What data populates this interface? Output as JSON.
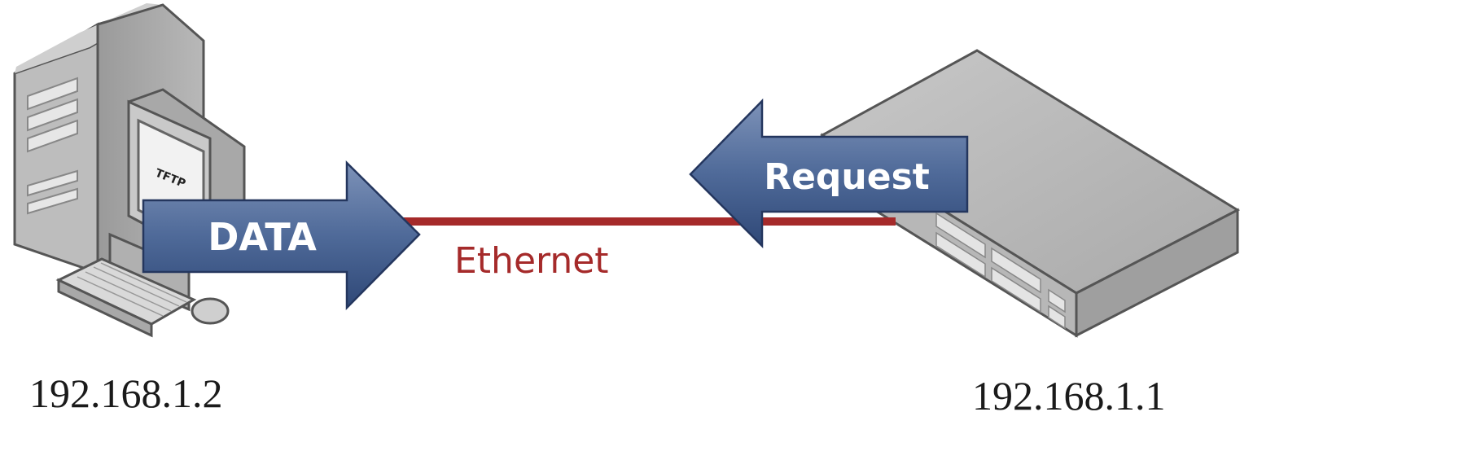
{
  "pc": {
    "screen_label": "TFTP",
    "ip": "192.168.1.2"
  },
  "switch": {
    "ip": "192.168.1.1"
  },
  "link": {
    "label": "Ethernet",
    "color": "#a52a2a"
  },
  "arrows": {
    "data_label": "DATA",
    "request_label": "Request",
    "fill_color": "#4a6490"
  }
}
